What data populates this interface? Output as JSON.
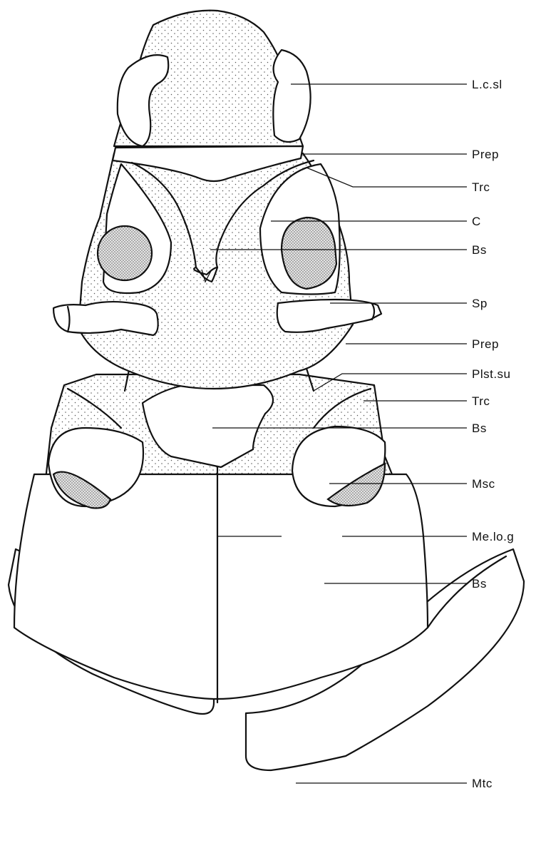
{
  "figure": {
    "labels": [
      {
        "id": "l-c-sl",
        "text": "L.c.sl"
      },
      {
        "id": "prep-1",
        "text": "Prep"
      },
      {
        "id": "trc-1",
        "text": "Trc"
      },
      {
        "id": "c",
        "text": "C"
      },
      {
        "id": "bs-1",
        "text": "Bs"
      },
      {
        "id": "sp",
        "text": "Sp"
      },
      {
        "id": "prep-2",
        "text": "Prep"
      },
      {
        "id": "plst-su",
        "text": "Plst.su"
      },
      {
        "id": "trc-2",
        "text": "Trc"
      },
      {
        "id": "bs-2",
        "text": "Bs"
      },
      {
        "id": "msc",
        "text": "Msc"
      },
      {
        "id": "me-lo-g",
        "text": "Me.lo.g"
      },
      {
        "id": "bs-3",
        "text": "Bs"
      },
      {
        "id": "mtc",
        "text": "Mtc"
      }
    ]
  },
  "colors": {
    "ink": "#111111",
    "paper": "#ffffff",
    "stipple": "#555555"
  }
}
